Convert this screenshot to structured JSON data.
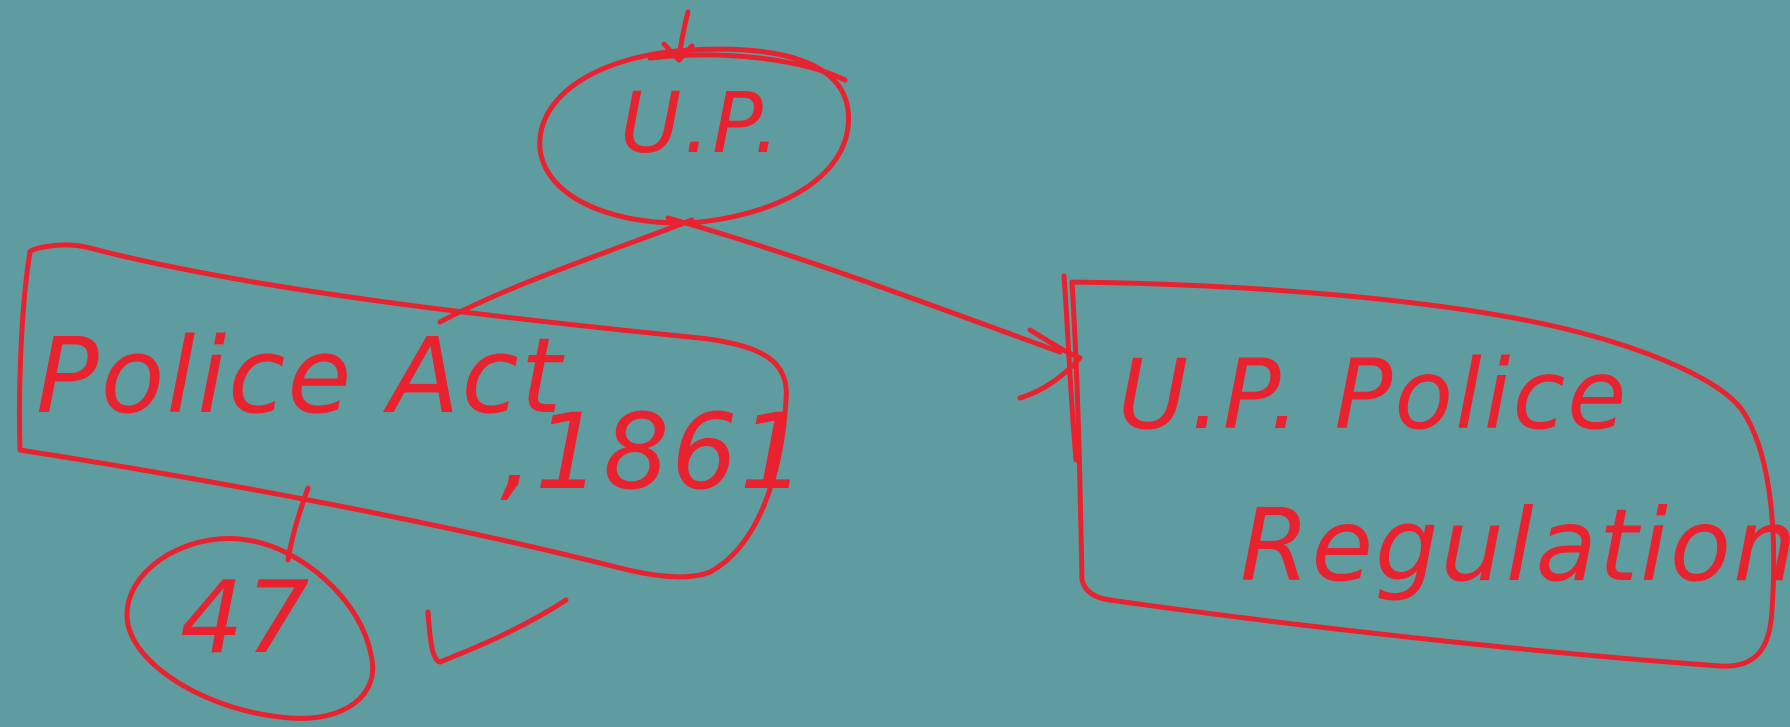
{
  "diagram": {
    "nodes": {
      "root": {
        "label": "U.P."
      },
      "left": {
        "label_main": "Police Act",
        "label_year": ",1861"
      },
      "right": {
        "line1": "U.P. Police",
        "line2": "Regulations"
      },
      "child": {
        "label": "47"
      }
    },
    "colors": {
      "background": "#5f9ca0",
      "ink": "#e8232f"
    }
  }
}
